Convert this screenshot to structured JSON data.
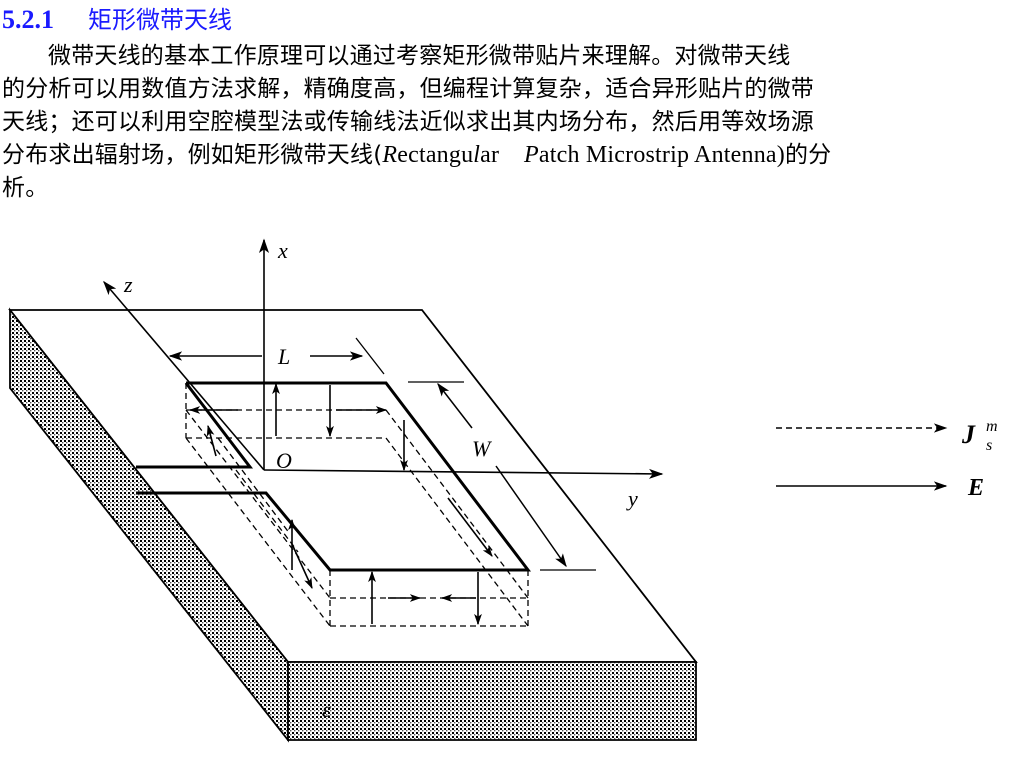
{
  "section": {
    "number": "5.2.1",
    "title": "矩形微带天线"
  },
  "paragraph": {
    "line1": "微带天线的基本工作原理可以通过考察矩形微带贴片来理解。对微带天线",
    "line2": "的分析可以用数值方法求解，精确度高，但编程计算复杂，适合异形贴片的微带",
    "line3": "天线；还可以利用空腔模型法或传输线法近似求出其内场分布，然后用等效场源",
    "line4_pre": "分布求出辐射场，例如矩形微带天线(",
    "line4_R": "R",
    "line4_mid1": "ectangu",
    "line4_l": "l",
    "line4_mid2": "ar    ",
    "line4_P": "P",
    "line4_mid3": "atch Microstrip Antenna)",
    "line4_post": "的分",
    "line5": "析。"
  },
  "figure": {
    "axis_x": "x",
    "axis_y": "y",
    "axis_z": "z",
    "origin": "O",
    "dim_L": "L",
    "dim_W": "W",
    "dielectric": "ε",
    "legend_Js_main": "J",
    "legend_Js_sup": "m",
    "legend_Js_sub": "s",
    "legend_E": "E"
  }
}
